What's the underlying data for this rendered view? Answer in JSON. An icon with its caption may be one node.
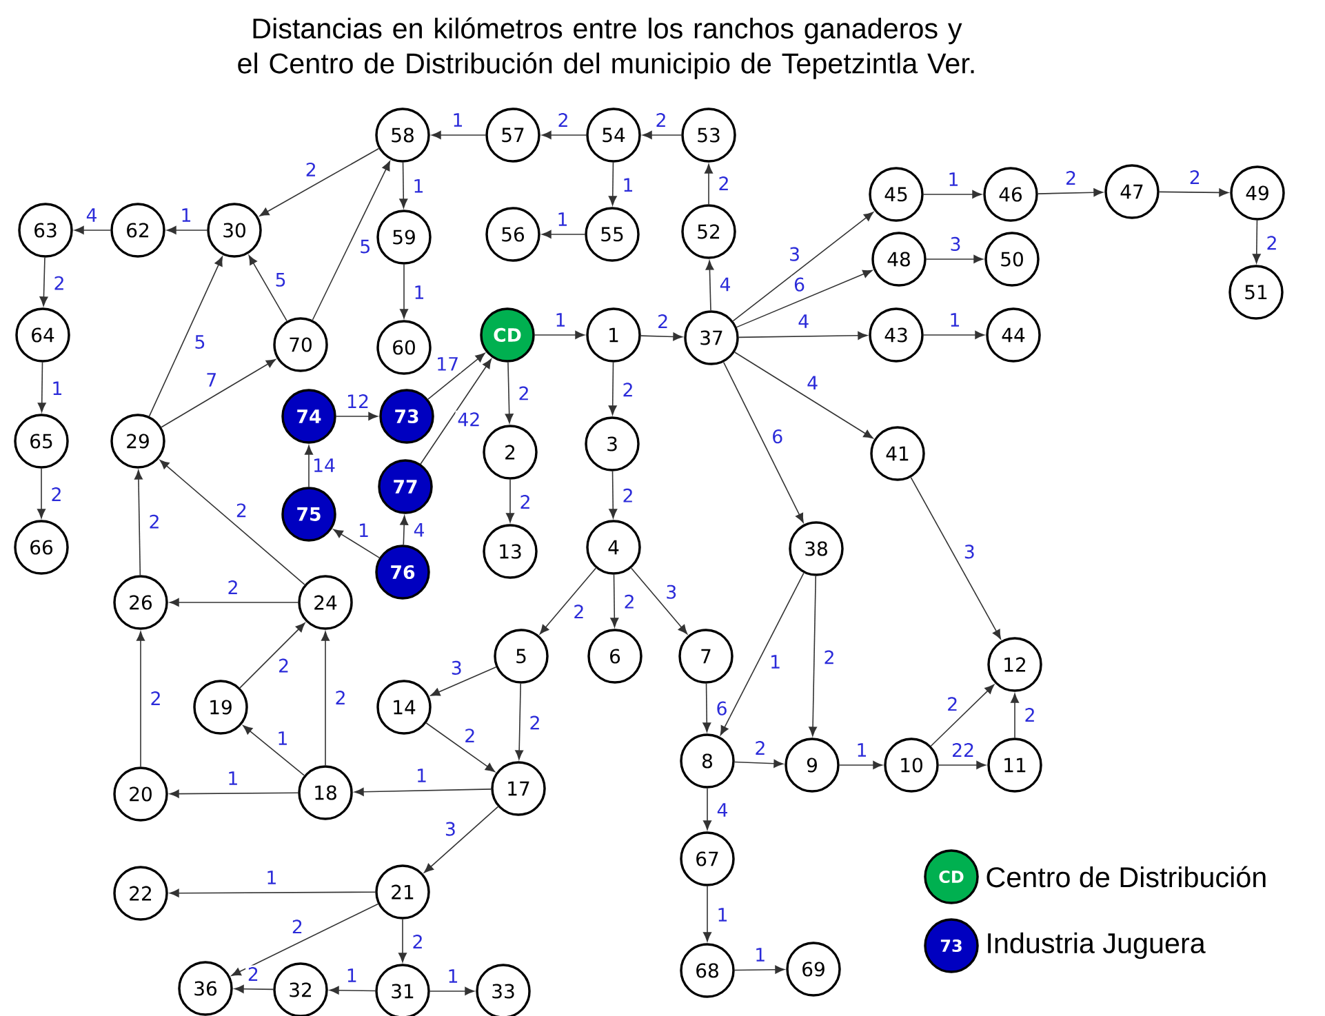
{
  "diagram": {
    "title": "Distancias en kilómetros entre los ranchos ganaderos y el Centro de Distribución del municipio de Tepetzintla Ver.",
    "nodes": [
      {
        "text": [
          "58"
        ]
      },
      {
        "text": [
          "57"
        ]
      },
      {
        "text": [
          "54"
        ]
      },
      {
        "text": [
          "53"
        ]
      },
      {
        "text": [
          "45"
        ]
      },
      {
        "text": [
          "46"
        ]
      },
      {
        "text": [
          "47"
        ]
      },
      {
        "text": [
          "49"
        ]
      },
      {
        "text": [
          "63"
        ]
      },
      {
        "text": [
          "62"
        ]
      },
      {
        "text": [
          "30"
        ]
      },
      {
        "text": [
          "59"
        ]
      },
      {
        "text": [
          "56"
        ]
      },
      {
        "text": [
          "55"
        ]
      },
      {
        "text": [
          "52"
        ]
      },
      {
        "text": [
          "48"
        ]
      },
      {
        "text": [
          "50"
        ]
      },
      {
        "text": [
          "51"
        ]
      },
      {
        "text": [
          "64"
        ]
      },
      {
        "text": [
          "70"
        ]
      },
      {
        "text": [
          "60"
        ]
      },
      {
        "text": [
          "CD"
        ]
      },
      {
        "text": [
          "1"
        ]
      },
      {
        "text": [
          "37"
        ]
      },
      {
        "text": [
          "43"
        ]
      },
      {
        "text": [
          "44"
        ]
      },
      {
        "text": [
          "65"
        ]
      },
      {
        "text": [
          "29"
        ]
      },
      {
        "text": [
          "74"
        ]
      },
      {
        "text": [
          "73"
        ]
      },
      {
        "text": [
          "3"
        ]
      },
      {
        "text": [
          "41"
        ]
      },
      {
        "text": [
          "2"
        ]
      },
      {
        "text": [
          "77"
        ]
      },
      {
        "text": [
          "66"
        ]
      },
      {
        "text": [
          "75"
        ]
      },
      {
        "text": [
          "13"
        ]
      },
      {
        "text": [
          "4"
        ]
      },
      {
        "text": [
          "38"
        ]
      },
      {
        "text": [
          "76"
        ]
      },
      {
        "text": [
          "26"
        ]
      },
      {
        "text": [
          "24"
        ]
      },
      {
        "text": [
          "12"
        ]
      },
      {
        "text": [
          "5"
        ]
      },
      {
        "text": [
          "6"
        ]
      },
      {
        "text": [
          "7"
        ]
      },
      {
        "text": [
          "19"
        ]
      },
      {
        "text": [
          "14"
        ]
      },
      {
        "text": [
          "8"
        ]
      },
      {
        "text": [
          "9"
        ]
      },
      {
        "text": [
          "10"
        ]
      },
      {
        "text": [
          "11"
        ]
      },
      {
        "text": [
          "20"
        ]
      },
      {
        "text": [
          "18"
        ]
      },
      {
        "text": [
          "17"
        ]
      },
      {
        "text": [
          "67"
        ]
      },
      {
        "text": [
          "22"
        ]
      },
      {
        "text": [
          "21"
        ]
      },
      {
        "text": [
          "68"
        ]
      },
      {
        "text": [
          "69"
        ]
      },
      {
        "text": [
          "36"
        ]
      },
      {
        "text": [
          "32"
        ]
      },
      {
        "text": [
          "31"
        ]
      },
      {
        "text": [
          "33"
        ]
      }
    ],
    "edges": [
      {
        "from": 21,
        "to": 22,
        "arrow": "to",
        "label": "1"
      },
      {
        "from": 22,
        "to": 23,
        "arrow": "to",
        "label": "2"
      },
      {
        "from": 22,
        "to": 30,
        "arrow": "to",
        "label": "2"
      },
      {
        "from": 30,
        "to": 37,
        "arrow": "to",
        "label": "2"
      },
      {
        "from": 21,
        "to": 32,
        "arrow": "to",
        "label": "2"
      },
      {
        "from": 32,
        "to": 36,
        "arrow": "to",
        "label": "2"
      },
      {
        "from": 29,
        "to": 21,
        "arrow": "to",
        "label": "17"
      },
      {
        "from": 33,
        "to": 21,
        "arrow": "to",
        "label": "42"
      },
      {
        "from": 28,
        "to": 29,
        "arrow": "to",
        "label": "12"
      },
      {
        "from": 35,
        "to": 28,
        "arrow": "to",
        "label": "14"
      },
      {
        "from": 39,
        "to": 35,
        "arrow": "to",
        "label": "1"
      },
      {
        "from": 39,
        "to": 33,
        "arrow": "to",
        "label": "4"
      },
      {
        "from": 23,
        "to": 14,
        "arrow": "to",
        "label": "4"
      },
      {
        "from": 14,
        "to": 3,
        "arrow": "to",
        "label": "2"
      },
      {
        "from": 3,
        "to": 2,
        "arrow": "to",
        "label": "2"
      },
      {
        "from": 2,
        "to": 1,
        "arrow": "to",
        "label": "2"
      },
      {
        "from": 1,
        "to": 0,
        "arrow": "to",
        "label": "1"
      },
      {
        "from": 2,
        "to": 13,
        "arrow": "to",
        "label": "1"
      },
      {
        "from": 13,
        "to": 12,
        "arrow": "to",
        "label": "1"
      },
      {
        "from": 0,
        "to": 11,
        "arrow": "to",
        "label": "1"
      },
      {
        "from": 11,
        "to": 20,
        "arrow": "to",
        "label": "1"
      },
      {
        "from": 0,
        "to": 10,
        "arrow": "to",
        "label": "2"
      },
      {
        "from": 19,
        "to": 0,
        "arrow": "to",
        "label": "5"
      },
      {
        "from": 19,
        "to": 10,
        "arrow": "to",
        "label": "5"
      },
      {
        "from": 10,
        "to": 9,
        "arrow": "to",
        "label": "1"
      },
      {
        "from": 9,
        "to": 8,
        "arrow": "to",
        "label": "4"
      },
      {
        "from": 8,
        "to": 18,
        "arrow": "to",
        "label": "2"
      },
      {
        "from": 18,
        "to": 26,
        "arrow": "to",
        "label": "1"
      },
      {
        "from": 26,
        "to": 34,
        "arrow": "to",
        "label": "2"
      },
      {
        "from": 27,
        "to": 10,
        "arrow": "to",
        "label": "5"
      },
      {
        "from": 27,
        "to": 19,
        "arrow": "to",
        "label": "7"
      },
      {
        "from": 41,
        "to": 27,
        "arrow": "to",
        "label": "2"
      },
      {
        "from": 40,
        "to": 27,
        "arrow": "to",
        "label": "2"
      },
      {
        "from": 41,
        "to": 40,
        "arrow": "to",
        "label": "2"
      },
      {
        "from": 46,
        "to": 41,
        "arrow": "to",
        "label": "2"
      },
      {
        "from": 53,
        "to": 41,
        "arrow": "to",
        "label": "2"
      },
      {
        "from": 53,
        "to": 46,
        "arrow": "to",
        "label": "1"
      },
      {
        "from": 53,
        "to": 52,
        "arrow": "to",
        "label": "1"
      },
      {
        "from": 52,
        "to": 40,
        "arrow": "to",
        "label": "2"
      },
      {
        "from": 54,
        "to": 53,
        "arrow": "to",
        "label": "1"
      },
      {
        "from": 43,
        "to": 47,
        "arrow": "to",
        "label": "3"
      },
      {
        "from": 47,
        "to": 54,
        "arrow": "to",
        "label": "2"
      },
      {
        "from": 43,
        "to": 54,
        "arrow": "to",
        "label": "2"
      },
      {
        "from": 37,
        "to": 43,
        "arrow": "to",
        "label": "2"
      },
      {
        "from": 37,
        "to": 44,
        "arrow": "to",
        "label": "2"
      },
      {
        "from": 37,
        "to": 45,
        "arrow": "to",
        "label": "3"
      },
      {
        "from": 45,
        "to": 48,
        "arrow": "to",
        "label": "6"
      },
      {
        "from": 38,
        "to": 48,
        "arrow": "to",
        "label": "1"
      },
      {
        "from": 38,
        "to": 49,
        "arrow": "to",
        "label": "2"
      },
      {
        "from": 48,
        "to": 49,
        "arrow": "to",
        "label": "2"
      },
      {
        "from": 49,
        "to": 50,
        "arrow": "to",
        "label": "1"
      },
      {
        "from": 50,
        "to": 51,
        "arrow": "to",
        "label": "22"
      },
      {
        "from": 50,
        "to": 42,
        "arrow": "to",
        "label": "2"
      },
      {
        "from": 51,
        "to": 42,
        "arrow": "to",
        "label": "2"
      },
      {
        "from": 31,
        "to": 42,
        "arrow": "to",
        "label": "3"
      },
      {
        "from": 23,
        "to": 38,
        "arrow": "to",
        "label": "6"
      },
      {
        "from": 23,
        "to": 31,
        "arrow": "to",
        "label": "4"
      },
      {
        "from": 23,
        "to": 24,
        "arrow": "to",
        "label": "4"
      },
      {
        "from": 24,
        "to": 25,
        "arrow": "to",
        "label": "1"
      },
      {
        "from": 23,
        "to": 15,
        "arrow": "to",
        "label": "6"
      },
      {
        "from": 15,
        "to": 16,
        "arrow": "to",
        "label": "3"
      },
      {
        "from": 23,
        "to": 4,
        "arrow": "to",
        "label": "3"
      },
      {
        "from": 4,
        "to": 5,
        "arrow": "to",
        "label": "1"
      },
      {
        "from": 5,
        "to": 6,
        "arrow": "to",
        "label": "2"
      },
      {
        "from": 6,
        "to": 7,
        "arrow": "to",
        "label": "2"
      },
      {
        "from": 7,
        "to": 17,
        "arrow": "to",
        "label": "2"
      },
      {
        "from": 48,
        "to": 55,
        "arrow": "to",
        "label": "4"
      },
      {
        "from": 55,
        "to": 58,
        "arrow": "to",
        "label": "1"
      },
      {
        "from": 58,
        "to": 59,
        "arrow": "to",
        "label": "1"
      },
      {
        "from": 54,
        "to": 57,
        "arrow": "to",
        "label": "3"
      },
      {
        "from": 57,
        "to": 56,
        "arrow": "to",
        "label": "1"
      },
      {
        "from": 57,
        "to": 60,
        "arrow": "to",
        "label": "2"
      },
      {
        "from": 57,
        "to": 62,
        "arrow": "to",
        "label": "2"
      },
      {
        "from": 62,
        "to": 61,
        "arrow": "to",
        "label": "1"
      },
      {
        "from": 62,
        "to": 63,
        "arrow": "to",
        "label": "1"
      },
      {
        "from": 61,
        "to": 60,
        "arrow": "to",
        "label": "2"
      }
    ],
    "labels": [
      "CD",
      "73"
    ],
    "legend": [
      {
        "text": "Centro de Distribución",
        "color": "#00b050"
      },
      {
        "text": "Industria Juguera",
        "color": "#0000c0"
      }
    ]
  }
}
